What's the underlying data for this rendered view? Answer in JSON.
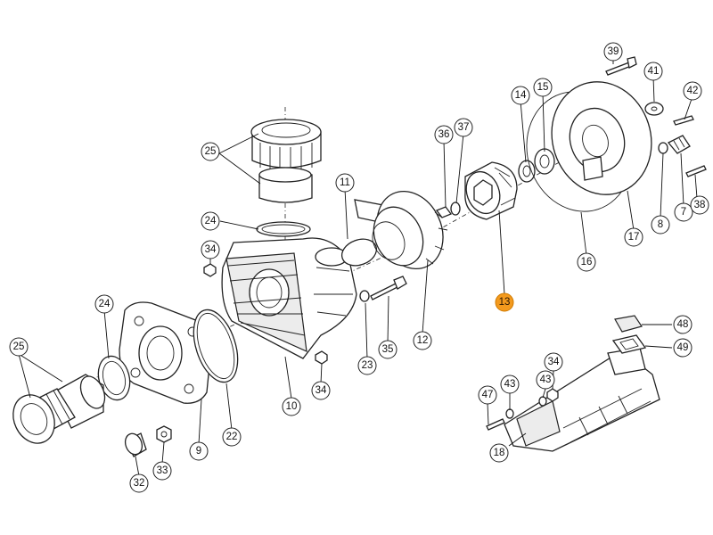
{
  "diagram": {
    "highlight_color": "#f39a1e",
    "highlighted_label": "13",
    "labels": [
      "39",
      "41",
      "42",
      "15",
      "14",
      "37",
      "36",
      "11",
      "25",
      "24",
      "34",
      "12",
      "13",
      "35",
      "23",
      "24",
      "25",
      "9",
      "22",
      "10",
      "34",
      "32",
      "33",
      "16",
      "17",
      "8",
      "7",
      "38",
      "48",
      "49",
      "34",
      "43",
      "43",
      "47",
      "18"
    ]
  }
}
